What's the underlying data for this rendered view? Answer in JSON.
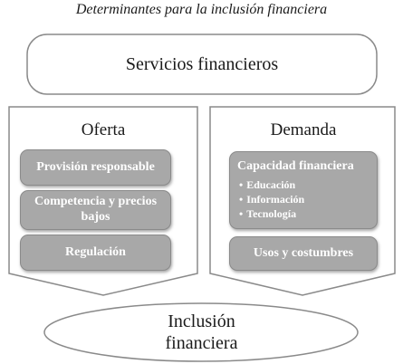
{
  "diagram": {
    "title": "Determinantes para la inclusión financiera",
    "top_box": {
      "label": "Servicios financieros"
    },
    "oferta": {
      "heading": "Oferta",
      "items": [
        "Provisión responsable",
        "Competencia y precios bajos",
        "Regulación"
      ]
    },
    "demanda": {
      "heading": "Demanda",
      "capacidad": {
        "label": "Capacidad financiera",
        "bullets": [
          "Educación",
          "Información",
          "Tecnología"
        ]
      },
      "usos": "Usos y costumbres"
    },
    "bottom_ellipse": {
      "label_line1": "Inclusión",
      "label_line2": "financiera"
    }
  }
}
